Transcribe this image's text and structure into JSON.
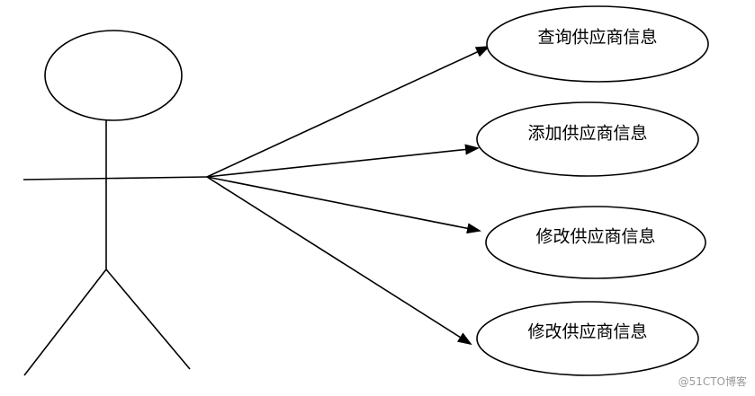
{
  "diagram": {
    "use_cases": [
      {
        "label": "查询供应商信息"
      },
      {
        "label": "添加供应商信息"
      },
      {
        "label": "修改供应商信息"
      },
      {
        "label": "修改供应商信息"
      }
    ]
  },
  "watermark": "@51CTO博客",
  "colors": {
    "stroke": "#000000",
    "background": "#ffffff",
    "watermark": "#9a9a9a"
  }
}
